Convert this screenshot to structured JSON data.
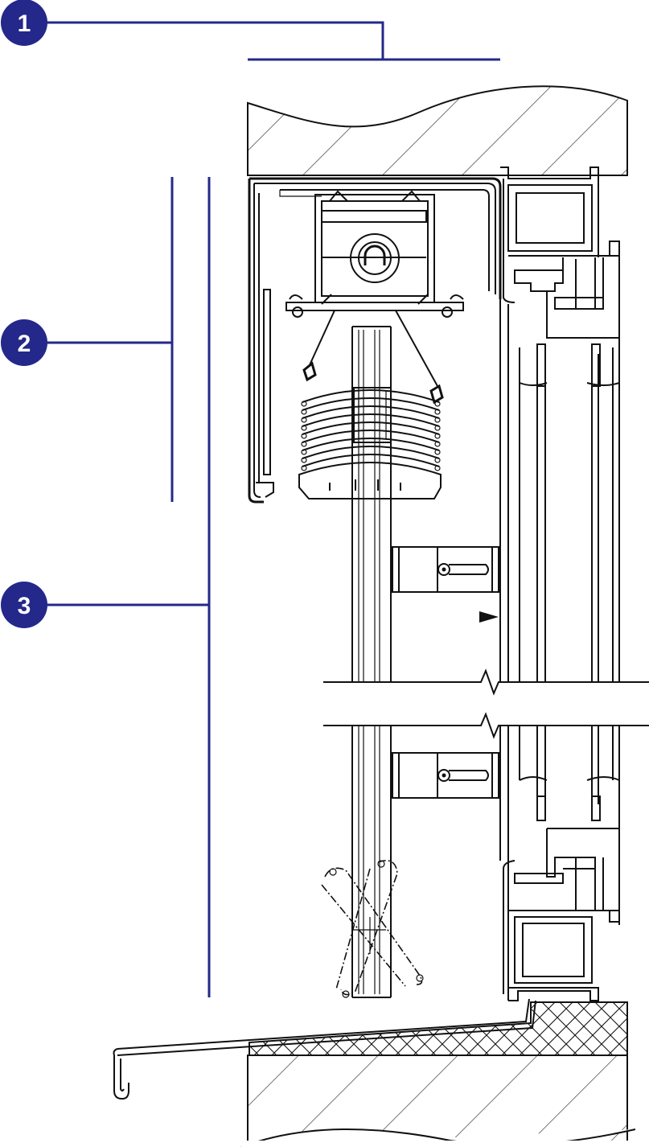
{
  "colors": {
    "accent": "#24288a",
    "line": "#111111",
    "background": "#ffffff"
  },
  "callouts": [
    {
      "id": "callout-1",
      "label": "1"
    },
    {
      "id": "callout-2",
      "label": "2"
    },
    {
      "id": "callout-3",
      "label": "3"
    }
  ]
}
